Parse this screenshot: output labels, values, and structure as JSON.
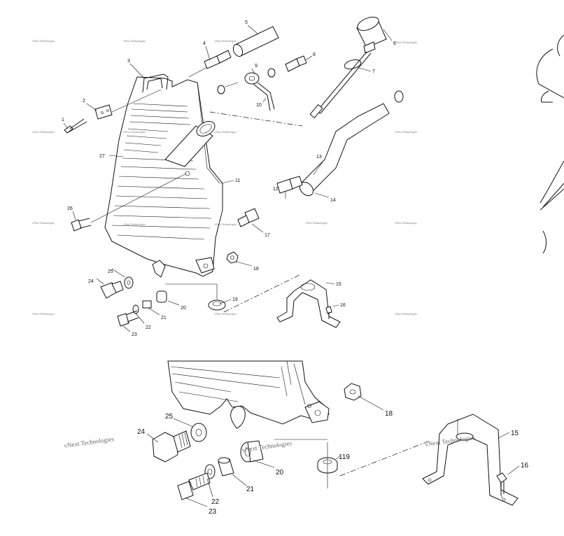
{
  "watermark": "vNext Technologies",
  "top_view": {
    "callouts": [
      "1",
      "2",
      "3",
      "4",
      "5",
      "6",
      "7",
      "8",
      "9",
      "10",
      "11",
      "12",
      "13",
      "14",
      "15",
      "16",
      "17",
      "18",
      "19",
      "20",
      "21",
      "22",
      "23",
      "24",
      "25",
      "26",
      "27"
    ]
  },
  "detail_view": {
    "callouts": [
      "15",
      "16",
      "18",
      "119",
      "20",
      "21",
      "22",
      "23",
      "24",
      "25"
    ]
  }
}
